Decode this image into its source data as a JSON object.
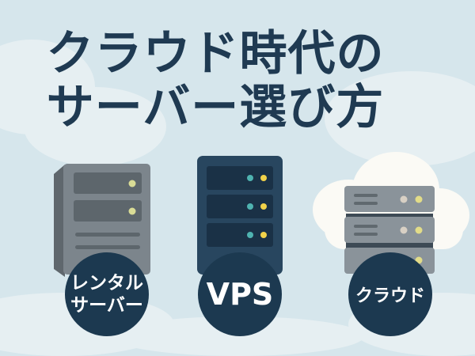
{
  "title": {
    "line1": "クラウド時代の",
    "line2": "サーバー選び方"
  },
  "options": [
    {
      "line1": "レンタル",
      "line2": "サーバー"
    },
    {
      "label": "VPS"
    },
    {
      "label": "クラウド"
    }
  ],
  "colors": {
    "navy": "#1c3950",
    "background": "#d6e6ec",
    "gray_server": "#7c858c",
    "vps_server": "#28465f"
  }
}
